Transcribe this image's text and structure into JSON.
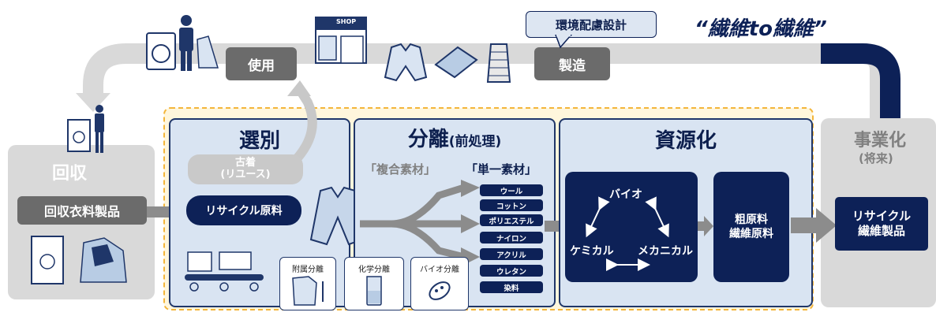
{
  "headline": "“繊維to繊維”",
  "top_flow": {
    "use": "使用",
    "manufacture": "製造",
    "design_label": "環境配慮設計",
    "shop_sign": "SHOP"
  },
  "collection": {
    "title": "回収",
    "item": "回収衣料製品"
  },
  "sorting": {
    "title": "選別",
    "used_clothes": "古着",
    "reuse": "(リユース)",
    "recycle_material": "リサイクル原料"
  },
  "separation": {
    "title": "分離",
    "title_suffix": "(前処理)",
    "composite": "「複合素材」",
    "single": "「単一素材」",
    "materials": [
      "ウール",
      "コットン",
      "ポリエステル",
      "ナイロン",
      "アクリル",
      "ウレタン",
      "染料"
    ],
    "methods": [
      "附属分離",
      "化学分離",
      "バイオ分離"
    ]
  },
  "resource": {
    "title": "資源化",
    "bio": "バイオ",
    "chemical": "ケミカル",
    "mechanical": "メカニカル",
    "raw_material": "粗原料",
    "fiber_material": "繊維原料"
  },
  "commercialization": {
    "title": "事業化",
    "future": "(将来)",
    "product_line1": "リサイクル",
    "product_line2": "繊維製品"
  },
  "colors": {
    "navy": "#0d2157",
    "panel_blue": "#d9e4f2",
    "gray": "#6b6b6b",
    "light_gray": "#d9d9d9",
    "highlight": "#fff6dc"
  }
}
